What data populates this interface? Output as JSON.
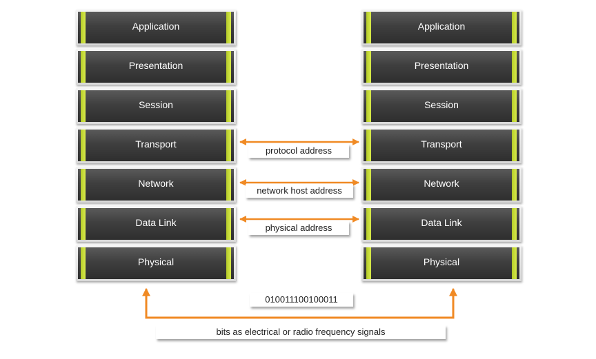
{
  "layers": [
    "Application",
    "Presentation",
    "Session",
    "Transport",
    "Network",
    "Data Link",
    "Physical"
  ],
  "links": [
    {
      "layer": "Transport",
      "label": "protocol address"
    },
    {
      "layer": "Network",
      "label": "network host address"
    },
    {
      "layer": "Data Link",
      "label": "physical address"
    }
  ],
  "bits": "010011100100011",
  "physical_caption": "bits as electrical or radio frequency signals",
  "colors": {
    "arrow": "#f08a24",
    "accent_bar": "#c8dc3a",
    "layer_fill": "#3a3a3a"
  }
}
